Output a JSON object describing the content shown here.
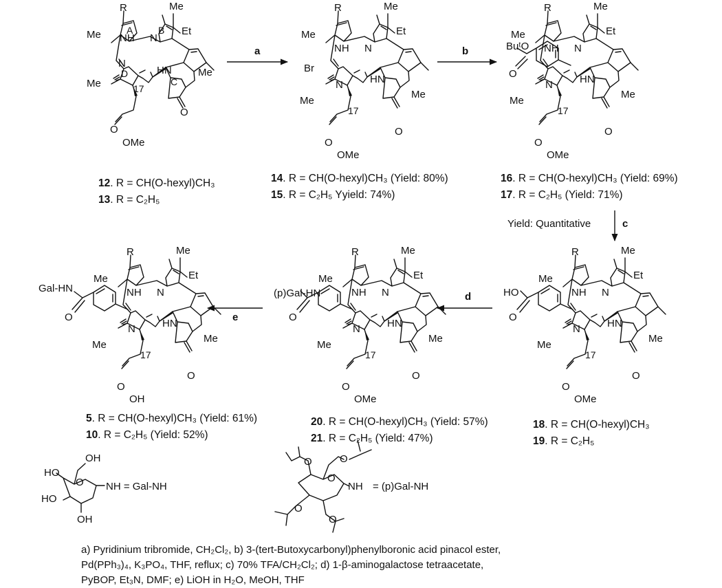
{
  "atoms": {
    "R": "R",
    "Me": "Me",
    "Et": "Et",
    "NH": "NH",
    "HN": "HN",
    "N": "N",
    "O": "O",
    "OMe": "OMe",
    "OH": "OH",
    "Br": "Br",
    "tBuO": "BuᵗO",
    "HO": "HO",
    "GalHN": "Gal-HN",
    "pGalHN": "(p)Gal-HN",
    "ringA": "A",
    "ringB": "B",
    "ringC": "C",
    "ringD": "D",
    "c17": "17"
  },
  "compounds": {
    "c12": {
      "num": "12",
      "rest": ". R = CH(O-hexyl)CH₃"
    },
    "c13": {
      "num": "13",
      "rest": ".   R = C₂H₅"
    },
    "c14": {
      "num": "14",
      "rest": ". R = CH(O-hexyl)CH₃ (Yield: 80%)"
    },
    "c15": {
      "num": "15",
      "rest": ".   R = C₂H₅ Yyield: 74%)"
    },
    "c16": {
      "num": "16",
      "rest": ". R = CH(O-hexyl)CH₃ (Yield: 69%)"
    },
    "c17": {
      "num": "17",
      "rest": ".   R = C₂H₅ (Yield: 71%)"
    },
    "c18": {
      "num": "18",
      "rest": ". R = CH(O-hexyl)CH₃"
    },
    "c19": {
      "num": "19",
      "rest": ".   R = C₂H₅"
    },
    "c20": {
      "num": "20",
      "rest": ". R = CH(O-hexyl)CH₃ (Yield: 57%)"
    },
    "c21": {
      "num": "21",
      "rest": ".   R = C₂H₅ (Yield: 47%)"
    },
    "c5": {
      "num": "5",
      "rest": ". R = CH(O-hexyl)CH₃ (Yield: 61%)"
    },
    "c10": {
      "num": "10",
      "rest": ".   R = C₂H₅ (Yield: 52%)"
    }
  },
  "arrows": {
    "a": "a",
    "b": "b",
    "c": "c",
    "d": "d",
    "e": "e",
    "c_yield": "Yield: Quantitative"
  },
  "legend": {
    "gal": "NH = Gal-NH",
    "pgal": "= (p)Gal-NH",
    "nh": "NH"
  },
  "footnote": {
    "line1": "a) Pyridinium tribromide, CH₂Cl₂, b) 3-(tert-Butoxycarbonyl)phenylboronic acid pinacol ester,",
    "line2": "Pd(PPh₃)₄, K₃PO₄, THF, reflux; c) 70% TFA/CH₂Cl₂; d) 1-β-aminogalactose tetraacetate,",
    "line3": "PyBOP, Et₃N, DMF; e) LiOH in H₂O, MeOH, THF"
  }
}
